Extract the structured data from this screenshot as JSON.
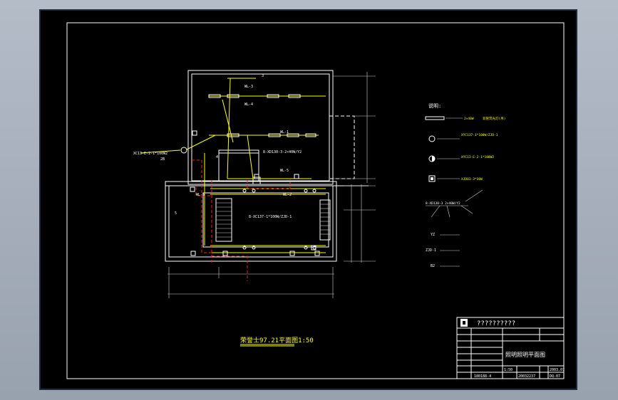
{
  "drawing": {
    "title": "荣誉士97.21平面图1:50",
    "legend_heading": "说明:",
    "legend": [
      {
        "code": "2×40W",
        "desc": "双管荧光灯(吊)",
        "symbol": "double-tube-lamp"
      },
      {
        "code": "XYC137-1*100W/ZJD-1",
        "desc": "",
        "symbol": "circle-lamp"
      },
      {
        "code": "XYC13-E-2-1*100W2",
        "desc": "",
        "symbol": "half-circle-lamp"
      },
      {
        "code": "XJD03-3*30W",
        "desc": "",
        "symbol": "square-lamp"
      },
      {
        "code": "YZ",
        "desc": "",
        "symbol": "text"
      },
      {
        "code": "ZJD-1",
        "desc": "",
        "symbol": "text"
      },
      {
        "code": "B2",
        "desc": "",
        "symbol": "text"
      }
    ],
    "legend_note": "8-XD130-3  2×40W/Y2",
    "plan_labels": {
      "wl1": "WL-1",
      "wl2": "WL-2",
      "wl3": "WL-3",
      "wl4": "WL-4",
      "wl5": "WL-5",
      "wl6": "WL-6",
      "lamp_a": "8-XD130-3-2×40W/Y2",
      "lamp_b": "8-XC137-1*100W/ZJD-1",
      "left_code": "XC13-E-2-1*100W2",
      "left_code2": "2B",
      "n3": "3",
      "n4": "4",
      "n5": "5"
    },
    "title_block": {
      "company": "??????????",
      "drawing_name": "照明照明平面图",
      "scale": "1:50",
      "date": "2003.07",
      "number": "20032237",
      "sheet": "DQ-07",
      "ref": "180188-4"
    }
  }
}
